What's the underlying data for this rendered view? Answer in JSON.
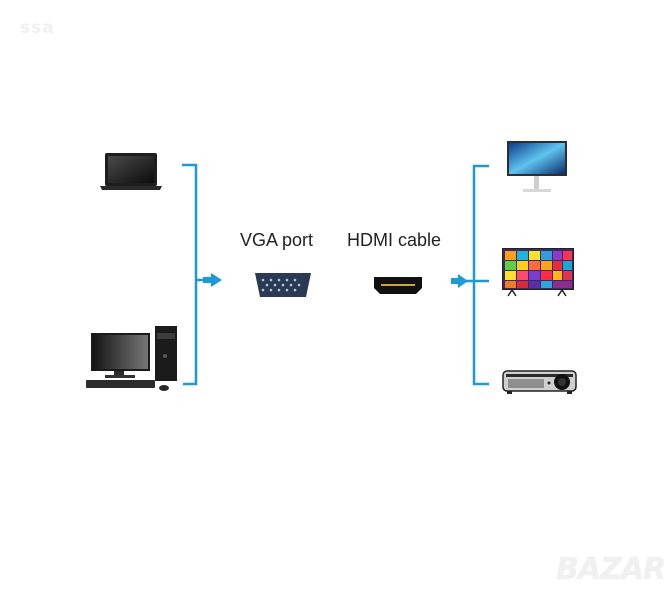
{
  "watermarks": {
    "top_left": "ssa",
    "bottom_right": "BAZAR"
  },
  "labels": {
    "vga": "VGA port",
    "hdmi": "HDMI cable"
  },
  "colors": {
    "connector_line": "#1a9ad6",
    "port_body": "#2a3a55",
    "background": "#ffffff"
  },
  "sources": [
    {
      "name": "laptop",
      "icon": "laptop-icon"
    },
    {
      "name": "desktop computer",
      "icon": "desktop-computer-icon"
    }
  ],
  "converter": {
    "input": {
      "name": "VGA port",
      "icon": "vga-port-icon"
    },
    "output": {
      "name": "HDMI cable",
      "icon": "hdmi-connector-icon"
    }
  },
  "destinations": [
    {
      "name": "monitor",
      "icon": "monitor-icon"
    },
    {
      "name": "TV",
      "icon": "tv-icon"
    },
    {
      "name": "projector",
      "icon": "projector-icon"
    }
  ]
}
